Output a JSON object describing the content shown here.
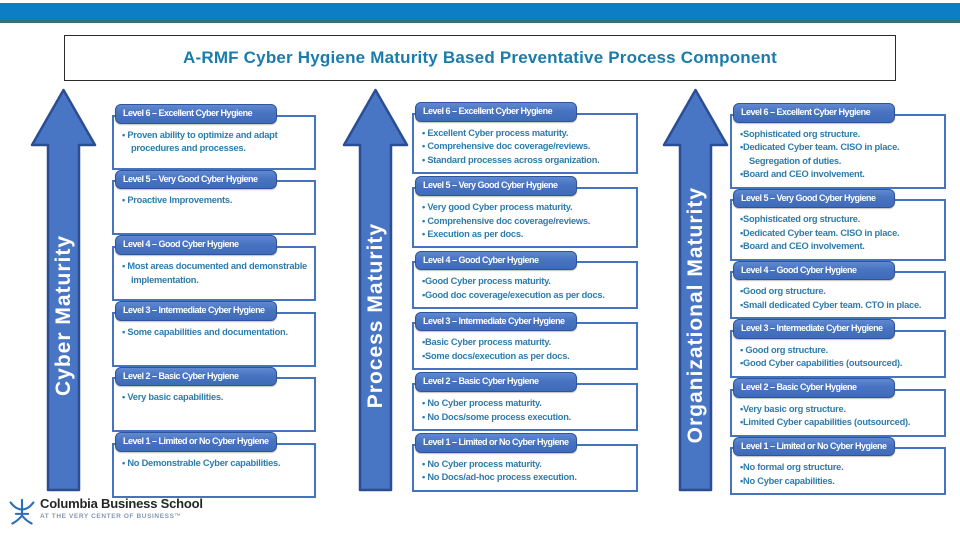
{
  "page": {
    "title": "A-RMF Cyber Hygiene Maturity Based Preventative Process Component"
  },
  "colors": {
    "topbar_blue": "#0d7ec3",
    "topbar_underline_teal": "#35707f",
    "arrow_fill": "#4875c4",
    "arrow_border": "#2a4d94",
    "level_header_fill": "#4873c0",
    "level_body_border": "#4673bf",
    "body_text": "#2e7cab",
    "title_text": "#1a7cad"
  },
  "columns": [
    {
      "arrow_label": "Cyber Maturity",
      "levels": [
        {
          "title": "Level 6 – Excellent Cyber Hygiene",
          "bullets": [
            "• Proven ability to optimize and adapt procedures and processes."
          ]
        },
        {
          "title": "Level 5 –  Very Good Cyber Hygiene",
          "bullets": [
            "• Proactive Improvements."
          ]
        },
        {
          "title": "Level 4 – Good Cyber Hygiene",
          "bullets": [
            "▪ Most areas documented and demonstrable implementation."
          ]
        },
        {
          "title": "Level 3 – Intermediate Cyber Hygiene",
          "bullets": [
            "▪ Some capabilities and documentation."
          ]
        },
        {
          "title": "Level 2 – Basic Cyber Hygiene",
          "bullets": [
            "• Very basic capabilities."
          ]
        },
        {
          "title": "Level 1 –  Limited or No Cyber Hygiene",
          "bullets": [
            "• No Demonstrable Cyber capabilities."
          ]
        }
      ]
    },
    {
      "arrow_label": "Process Maturity",
      "levels": [
        {
          "title": "Level 6 – Excellent Cyber Hygiene",
          "bullets": [
            "• Excellent Cyber process maturity.",
            "• Comprehensive doc coverage/reviews.",
            "• Standard processes across organization."
          ]
        },
        {
          "title": "Level 5 –  Very Good Cyber Hygiene",
          "bullets": [
            "• Very good Cyber process maturity.",
            "• Comprehensive doc coverage/reviews.",
            "• Execution as per docs."
          ]
        },
        {
          "title": "Level 4 – Good Cyber Hygiene",
          "bullets": [
            "▪Good Cyber process maturity.",
            "▪Good doc coverage/execution as per docs."
          ]
        },
        {
          "title": "Level 3 – Intermediate Cyber Hygiene",
          "bullets": [
            "▪Basic Cyber process maturity.",
            "▪Some docs/execution as per docs."
          ]
        },
        {
          "title": "Level 2 – Basic Cyber Hygiene",
          "bullets": [
            "• No Cyber process maturity.",
            "• No Docs/some process execution."
          ]
        },
        {
          "title": "Level 1 –  Limited or No Cyber Hygiene",
          "bullets": [
            "• No Cyber process maturity.",
            "• No Docs/ad-hoc process execution."
          ]
        }
      ]
    },
    {
      "arrow_label": "Organizational Maturity",
      "levels": [
        {
          "title": "Level 6 – Excellent Cyber Hygiene",
          "bullets": [
            "•Sophisticated org structure.",
            "•Dedicated Cyber team. CISO in place. Segregation of duties.",
            "•Board and CEO involvement."
          ]
        },
        {
          "title": "Level 5 –  Very Good Cyber Hygiene",
          "bullets": [
            "•Sophisticated org structure.",
            "•Dedicated Cyber team. CISO in place.",
            "•Board and CEO involvement."
          ]
        },
        {
          "title": "Level 4 – Good Cyber Hygiene",
          "bullets": [
            "▪Good org structure.",
            "▪Small dedicated Cyber team.  CTO in place."
          ]
        },
        {
          "title": "Level 3 – Intermediate Cyber Hygiene",
          "bullets": [
            "▪ Good org structure.",
            "▪Good Cyber capabilities (outsourced)."
          ]
        },
        {
          "title": "Level 2 – Basic Cyber Hygiene",
          "bullets": [
            "•Very basic org structure.",
            "•Limited Cyber capabilities (outsourced)."
          ]
        },
        {
          "title": "Level 1 –  Limited or No Cyber Hygiene",
          "bullets": [
            "•No formal org structure.",
            "•No Cyber capabilities."
          ]
        }
      ]
    }
  ],
  "footer": {
    "name": "Columbia Business School",
    "tagline": "AT THE VERY CENTER OF BUSINESS™"
  }
}
